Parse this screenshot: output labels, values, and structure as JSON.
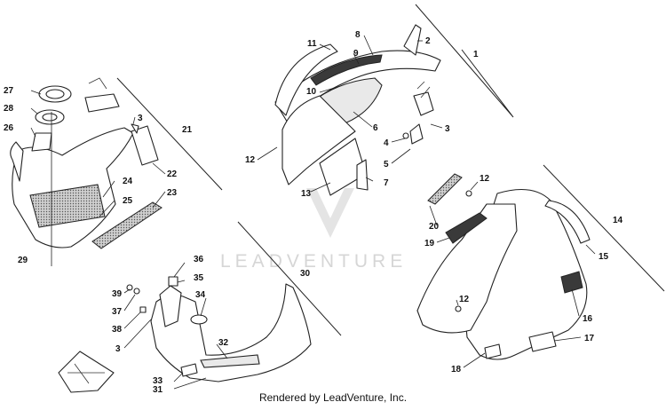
{
  "watermark": "LEADVENTURE",
  "footer": {
    "credit": "Rendered by LeadVenture, Inc."
  },
  "callouts": {
    "c1": "1",
    "c2": "2",
    "c3a": "3",
    "c3b": "3",
    "c3c": "3",
    "c4": "4",
    "c5": "5",
    "c6": "6",
    "c7": "7",
    "c8": "8",
    "c9": "9",
    "c10": "10",
    "c11": "11",
    "c12a": "12",
    "c12b": "12",
    "c12c": "12",
    "c13": "13",
    "c14": "14",
    "c15": "15",
    "c16": "16",
    "c17": "17",
    "c18": "18",
    "c19": "19",
    "c20": "20",
    "c21": "21",
    "c22": "22",
    "c23": "23",
    "c24": "24",
    "c25": "25",
    "c26": "26",
    "c27": "27",
    "c28": "28",
    "c29": "29",
    "c30": "30",
    "c31": "31",
    "c32": "32",
    "c33": "33",
    "c34": "34",
    "c35": "35",
    "c36": "36",
    "c37": "37",
    "c38": "38",
    "c39": "39"
  }
}
